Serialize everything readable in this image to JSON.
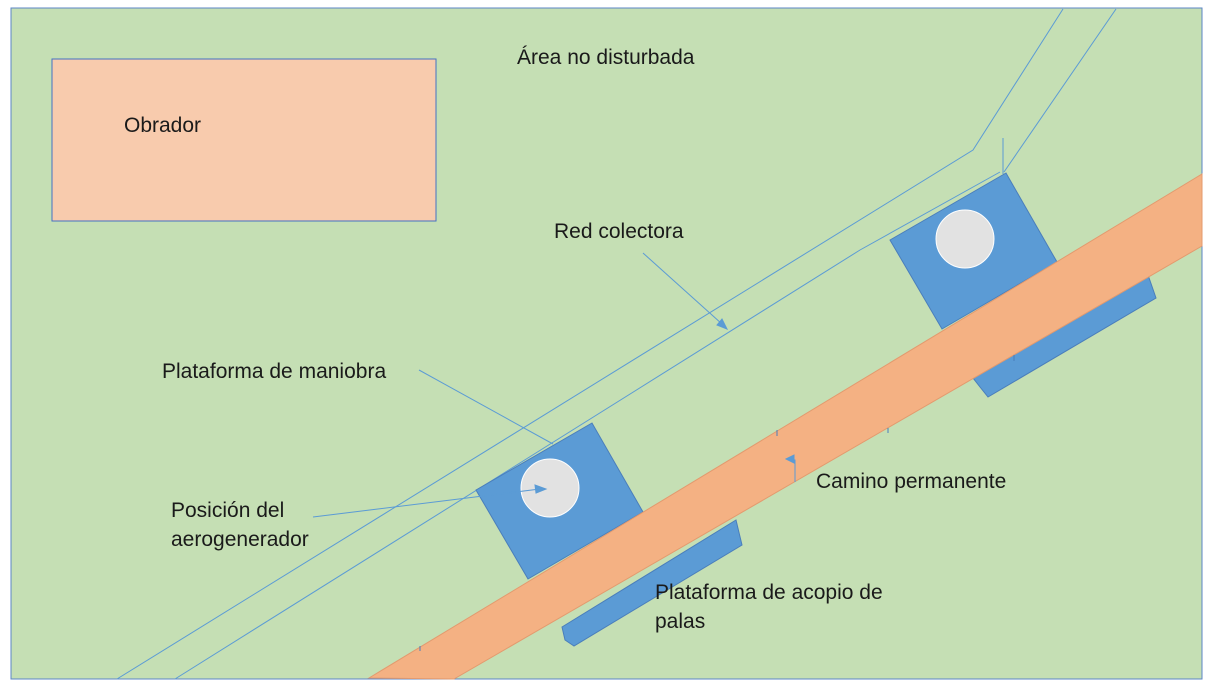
{
  "labels": {
    "area": "Área no disturbada",
    "obrador": "Obrador",
    "red_colectora": "Red colectora",
    "plataforma_maniobra": "Plataforma de maniobra",
    "posicion_line1": "Posición del",
    "posicion_line2": "aerogenerador",
    "camino": "Camino permanente",
    "acopio_line1": "Plataforma de acopio de",
    "acopio_line2": "palas"
  },
  "colors": {
    "background": "#c5dfb4",
    "border": "#5b86c6",
    "obrador": "#f8cbad",
    "road": "#f4b183",
    "platform": "#5b9bd5",
    "turbine": "#e2e2e2",
    "network_line": "#5b9bd5"
  }
}
